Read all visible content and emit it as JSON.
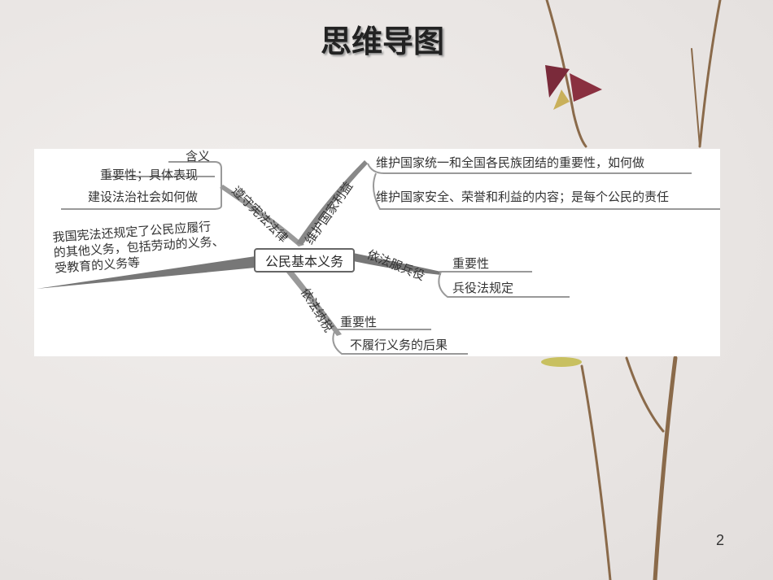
{
  "slide": {
    "title": "思维导图",
    "page_number": "2"
  },
  "mindmap": {
    "center": "公民基本义务",
    "branches": [
      {
        "label": "遵守宪法法律",
        "items": [
          "含义",
          "重要性；具体表现",
          "建设法治社会如何做"
        ]
      },
      {
        "label": "维护国家利益",
        "items": [
          "维护国家统一和全国各民族团结的重要性，如何做",
          "维护国家安全、荣誉和利益的内容；是每个公民的责任"
        ]
      },
      {
        "label": "依法服兵役",
        "items": [
          "重要性",
          "兵役法规定"
        ]
      },
      {
        "label": "依法纳税",
        "items": [
          "重要性",
          "不履行义务的后果"
        ]
      }
    ],
    "other": [
      "我国宪法还规定了公民应履行",
      "的其他义务，包括劳动的义务、",
      "受教育的义务等"
    ]
  }
}
